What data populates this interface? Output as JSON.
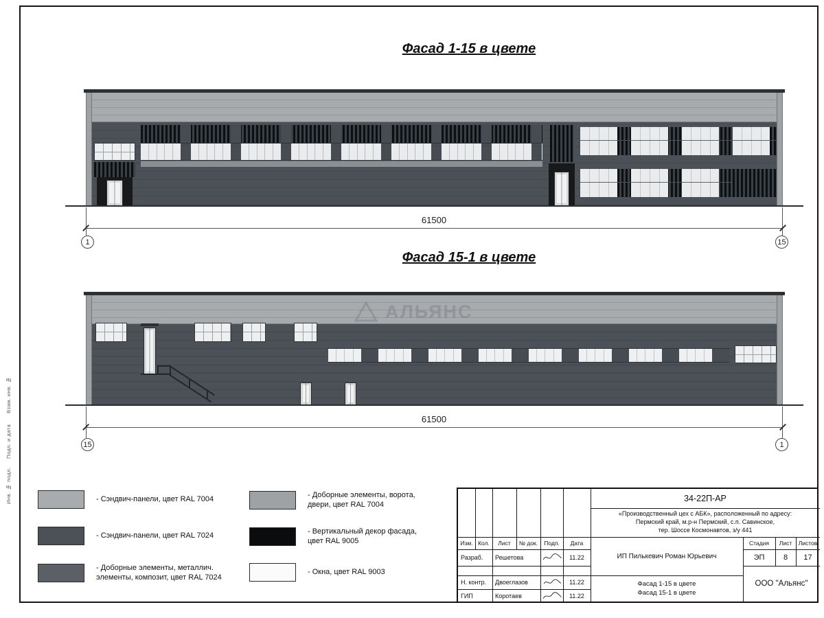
{
  "titles": {
    "facade1": "Фасад 1-15 в цвете",
    "facade2": "Фасад 15-1 в цвете"
  },
  "facade1": {
    "dimension": "61500",
    "axis_left": "1",
    "axis_right": "15"
  },
  "facade2": {
    "dimension": "61500",
    "axis_left": "15",
    "axis_right": "1",
    "watermark": "АЛЬЯНС"
  },
  "sidebar": {
    "labels": [
      "Взам. инв. №",
      "Подп. и дата",
      "Инв. № подл."
    ]
  },
  "legend": {
    "items": [
      {
        "color": "#a9acaf",
        "label": "- Сэндвич-панели, цвет RAL 7004"
      },
      {
        "color": "#4c5157",
        "label": "- Сэндвич-панели, цвет RAL 7024"
      },
      {
        "color": "#5a6066",
        "label": "- Доборные элементы, металлич.\nэлементы, композит, цвет RAL 7024"
      },
      {
        "color": "#9fa2a5",
        "label": "- Доборные элементы, ворота,\nдвери, цвет RAL 7004"
      },
      {
        "color": "#0b0c0d",
        "label": "- Вертикальный декор фасада,\nцвет RAL 9005"
      },
      {
        "color": "#fbfbfb",
        "label": "- Окна, цвет RAL 9003"
      }
    ]
  },
  "titleblock": {
    "doc_number": "34-22П-АР",
    "address_lines": [
      "«Производственный цех с АБК», расположенный по адресу:",
      "Пермский край, м.р-н Пермский, с.п. Савинское,",
      "тер. Шоссе Космонавтов, з/у 441"
    ],
    "columns": [
      "Изм.",
      "Кол.",
      "Лист",
      "№ док.",
      "Подп.",
      "Дата"
    ],
    "rows": [
      {
        "role": "Разраб.",
        "name": "Решетова",
        "date": "11.22"
      },
      {
        "role": "",
        "name": "",
        "date": ""
      },
      {
        "role": "Н. контр.",
        "name": "Двоеглазов",
        "date": "11.22"
      },
      {
        "role": "ГИП",
        "name": "Коротаев",
        "date": "11.22"
      }
    ],
    "client": "ИП Пилькевич Роман Юрьевич",
    "stage_label": "Стадия",
    "sheet_label": "Лист",
    "sheets_label": "Листов",
    "stage": "ЭП",
    "sheet": "8",
    "sheets": "17",
    "sheet_title_lines": [
      "Фасад 1-15 в цвете",
      "Фасад 15-1 в цвете"
    ],
    "company": "ООО \"Альянс\""
  },
  "colors": {
    "ral7004": "#a9acaf",
    "ral7024": "#4c5157",
    "ral7024_composite": "#5a6066",
    "ral9005": "#0b0c0d",
    "ral9003": "#fbfbfb"
  }
}
